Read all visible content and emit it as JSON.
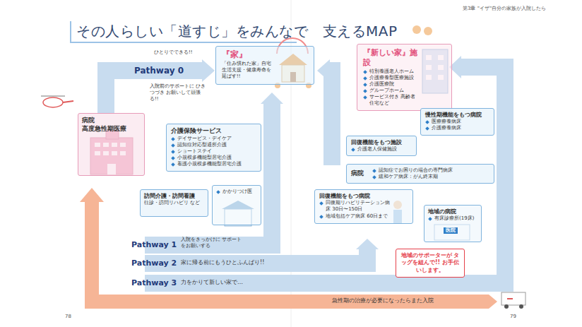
{
  "diagram": {
    "title": "その人らしい「道すじ」をみんなで　支えるMAP",
    "nodes": [
      {
        "text": [
          "病院",
          "高度急性期医療"
        ]
      },
      {
        "text": [
          "『家』",
          "「住み慣れた家」自宅",
          "生活支援・健康寿命を 延ばす!!"
        ]
      },
      {
        "text": [
          "介護保険サービス",
          "デイサービス・デイケア",
          "認知症対応型通所介護",
          "ショートステイ",
          "小規模多機能型居宅介護",
          "看護小規模多機能型居宅介護"
        ]
      },
      {
        "text": [
          "訪問介護・訪問看護",
          "往診・訪問リハビリ など"
        ]
      },
      {
        "text": [
          "かかりつけ医"
        ]
      },
      {
        "text": [
          "『新しい家』施設",
          "特別養護老人ホーム",
          "介護療養型医療施設",
          "介護医療院",
          "グループホーム",
          "サービス付き 高齢者住宅など"
        ]
      },
      {
        "text": [
          "慢性期機能をもつ病院",
          "医療療養病床",
          "介護療養病床"
        ]
      },
      {
        "text": [
          "回復機能をもつ施設",
          "介護老人保健施設"
        ]
      },
      {
        "text": [
          "病院",
          "認知症でお困りの場合の専門病床",
          "緩和ケア病床：がん終末期"
        ]
      },
      {
        "text": [
          "回復機能をもつ病院",
          "回復期リハビリテーション病床 30日〜150日",
          "地域包括ケア病床 60日まで"
        ]
      },
      {
        "text": [
          "地域の病院",
          "有床診療所(19床)"
        ]
      },
      {
        "text": [
          "地域のサポーターが タッグを組んで!! お手伝いします。"
        ]
      }
    ],
    "labels": [
      "第3章 \"イザ\"自分の家族が入院したら",
      "78",
      "79",
      "Pathway 0",
      "ひとりでできる!!",
      "入院前のサポートに ひきつづき お願いして頑張る!!",
      "Pathway 1",
      "入院をきっかけに サポートをお願いする",
      "Pathway 2",
      "家に帰る前にもうひとふんばり!!",
      "Pathway 3",
      "力をかりて新しい家で…",
      "急性期の治療が必要になったらまた入院",
      "医院"
    ]
  }
}
